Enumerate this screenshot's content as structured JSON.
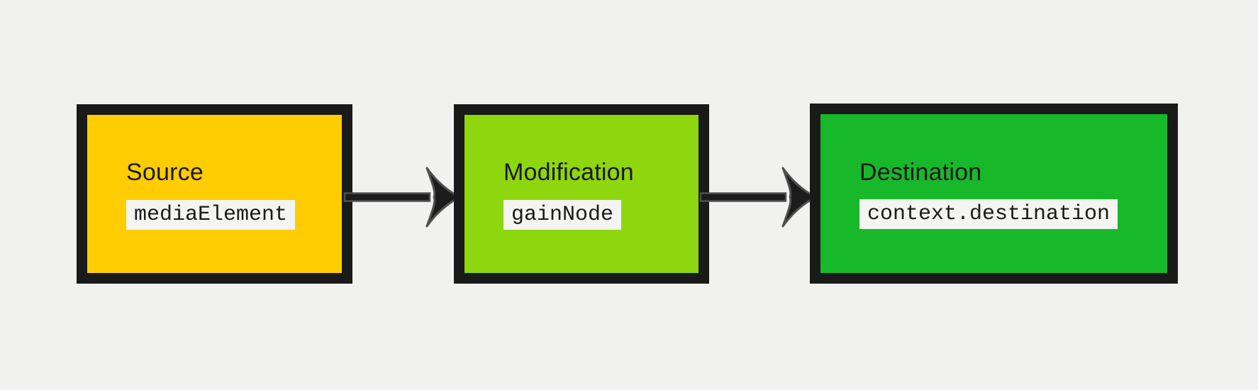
{
  "diagram": {
    "nodes": [
      {
        "label": "Source",
        "code": "mediaElement",
        "color": "#ffcd02"
      },
      {
        "label": "Modification",
        "code": "gainNode",
        "color": "#8ed60e"
      },
      {
        "label": "Destination",
        "code": "context.destination",
        "color": "#18b82b"
      }
    ],
    "connectors": [
      {
        "icon": "right-arrow",
        "from": "Source",
        "to": "Modification"
      },
      {
        "icon": "right-arrow",
        "from": "Modification",
        "to": "Destination"
      }
    ],
    "colors": {
      "background": "#f1f1f0",
      "node_border": "#1a1a1a",
      "label_text": "#1a1a1a",
      "chip_background": "#f4f4f2",
      "chip_text": "#1a1a1a",
      "arrow_fill": "#1c1c1c",
      "arrow_stroke": "#4f4f4f"
    }
  }
}
